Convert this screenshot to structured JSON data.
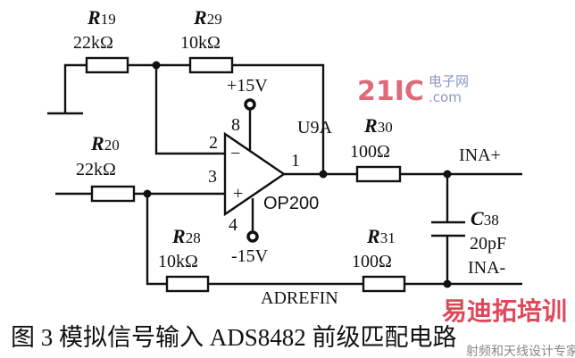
{
  "components": {
    "r19": {
      "name": "R",
      "sub": "19",
      "value": "22kΩ"
    },
    "r29": {
      "name": "R",
      "sub": "29",
      "value": "10kΩ"
    },
    "r20": {
      "name": "R",
      "sub": "20",
      "value": "22kΩ"
    },
    "r28": {
      "name": "R",
      "sub": "28",
      "value": "10kΩ"
    },
    "r30": {
      "name": "R",
      "sub": "30",
      "value": "100Ω"
    },
    "r31": {
      "name": "R",
      "sub": "31",
      "value": "100Ω"
    },
    "c38": {
      "name": "C",
      "sub": "38",
      "value": "20pF"
    },
    "opamp": {
      "ref": "U9A",
      "part": "OP200",
      "pin_inv": "2",
      "pin_noninv": "3",
      "pin_out": "1",
      "pin_vpos": "8",
      "pin_vneg": "4",
      "minus": "−",
      "plus": "+"
    },
    "supply_pos": "+15V",
    "supply_neg": "-15V"
  },
  "nets": {
    "ina_plus": "INA+",
    "ina_minus": "INA-",
    "adrefin": "ADREFIN"
  },
  "caption": "图 3  模拟信号输入 ADS8482 前级匹配电路",
  "watermarks": {
    "site1": "21IC",
    "site1_cn": "电子网",
    "site1_dom": ".com",
    "site2": "易迪拓培训",
    "site2_tag": "射频和天线设计专家"
  }
}
